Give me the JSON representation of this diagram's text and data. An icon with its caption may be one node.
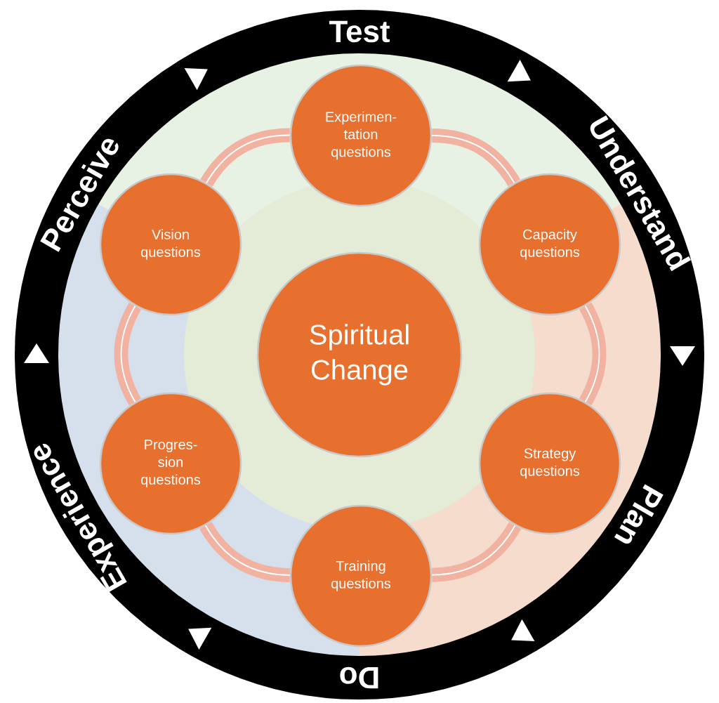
{
  "diagram": {
    "nodes": [
      {
        "text": [
          "Spiritual Change"
        ]
      },
      {
        "text": [
          "Experimen-tation questions"
        ]
      },
      {
        "text": [
          "Capacity questions"
        ]
      },
      {
        "text": [
          "Strategy questions"
        ]
      },
      {
        "text": [
          "Training questions"
        ]
      },
      {
        "text": [
          "Progres-sion questions"
        ]
      },
      {
        "text": [
          "Vision questions"
        ]
      }
    ],
    "edges": [
      {
        "from": 1,
        "to": 2,
        "arrow": "none"
      },
      {
        "from": 2,
        "to": 3,
        "arrow": "none"
      },
      {
        "from": 3,
        "to": 4,
        "arrow": "none"
      },
      {
        "from": 4,
        "to": 5,
        "arrow": "none"
      },
      {
        "from": 5,
        "to": 6,
        "arrow": "none"
      },
      {
        "from": 6,
        "to": 1,
        "arrow": "none"
      }
    ],
    "labels": [
      "Test",
      "Understand",
      "Plan",
      "Do",
      "Experience",
      "Perceive"
    ]
  }
}
